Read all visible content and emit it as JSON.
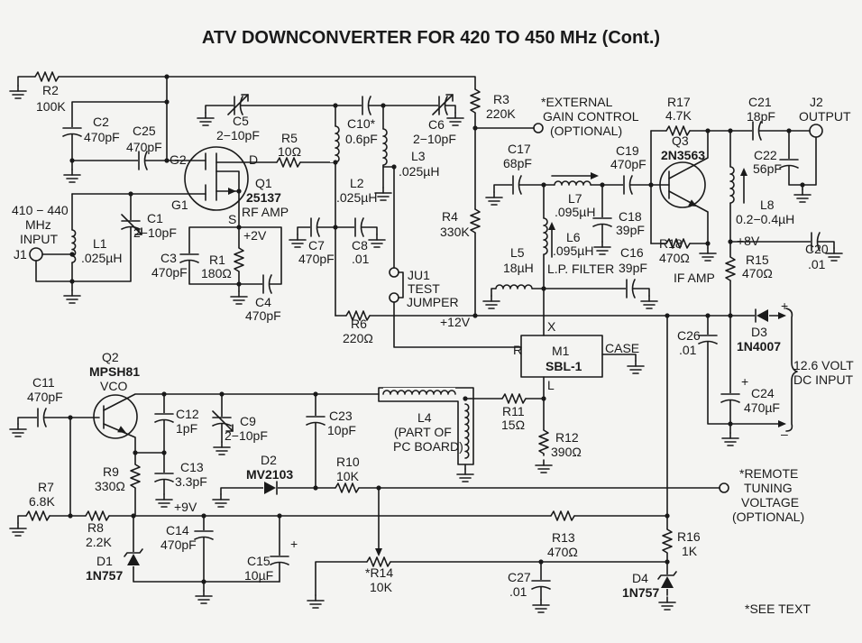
{
  "title": "ATV DOWNCONVERTER FOR 420 TO 450 MHz (Cont.)",
  "components": {
    "R1": {
      "ref": "R1",
      "value": "180Ω"
    },
    "R2": {
      "ref": "R2",
      "value": "100K"
    },
    "R3": {
      "ref": "R3",
      "value": "220K"
    },
    "R4": {
      "ref": "R4",
      "value": "330K"
    },
    "R5": {
      "ref": "R5",
      "value": "10Ω"
    },
    "R6": {
      "ref": "R6",
      "value": "220Ω"
    },
    "R7": {
      "ref": "R7",
      "value": "6.8K"
    },
    "R8": {
      "ref": "R8",
      "value": "2.2K"
    },
    "R9": {
      "ref": "R9",
      "value": "330Ω"
    },
    "R10": {
      "ref": "R10",
      "value": "10K"
    },
    "R11": {
      "ref": "R11",
      "value": "15Ω"
    },
    "R12": {
      "ref": "R12",
      "value": "390Ω"
    },
    "R13": {
      "ref": "R13",
      "value": "470Ω"
    },
    "R14": {
      "ref": "*R14",
      "value": "10K"
    },
    "R15": {
      "ref": "R15",
      "value": "470Ω"
    },
    "R16": {
      "ref": "R16",
      "value": "1K"
    },
    "R17": {
      "ref": "R17",
      "value": "4.7K"
    },
    "R18": {
      "ref": "R18",
      "value": "470Ω"
    },
    "C1": {
      "ref": "C1",
      "value": "2−10pF"
    },
    "C2": {
      "ref": "C2",
      "value": "470pF"
    },
    "C3": {
      "ref": "C3",
      "value": "470pF"
    },
    "C4": {
      "ref": "C4",
      "value": "470pF"
    },
    "C5": {
      "ref": "C5",
      "value": "2−10pF"
    },
    "C6": {
      "ref": "C6",
      "value": "2−10pF"
    },
    "C7": {
      "ref": "C7",
      "value": "470pF"
    },
    "C8": {
      "ref": "C8",
      "value": ".01"
    },
    "C9": {
      "ref": "C9",
      "value": "2−10pF"
    },
    "C10": {
      "ref": "C10*",
      "value": "0.6pF"
    },
    "C11": {
      "ref": "C11",
      "value": "470pF"
    },
    "C12": {
      "ref": "C12",
      "value": "1pF"
    },
    "C13": {
      "ref": "C13",
      "value": "3.3pF"
    },
    "C14": {
      "ref": "C14",
      "value": "470pF"
    },
    "C15": {
      "ref": "C15",
      "value": "10µF"
    },
    "C16": {
      "ref": "C16",
      "value": "39pF"
    },
    "C17": {
      "ref": "C17",
      "value": "68pF"
    },
    "C18": {
      "ref": "C18",
      "value": "39pF"
    },
    "C19": {
      "ref": "C19",
      "value": "470pF"
    },
    "C20": {
      "ref": "C20",
      "value": ".01"
    },
    "C21": {
      "ref": "C21",
      "value": "18pF"
    },
    "C22": {
      "ref": "C22",
      "value": "56pF"
    },
    "C23": {
      "ref": "C23",
      "value": "10pF"
    },
    "C24": {
      "ref": "C24",
      "value": "470µF"
    },
    "C25": {
      "ref": "C25",
      "value": "470pF"
    },
    "C26": {
      "ref": "C26",
      "value": ".01"
    },
    "C27": {
      "ref": "C27",
      "value": ".01"
    },
    "L1": {
      "ref": "L1",
      "value": ".025µH"
    },
    "L2": {
      "ref": "L2",
      "value": ".025µH"
    },
    "L3": {
      "ref": "L3",
      "value": ".025µH"
    },
    "L4": {
      "ref": "L4",
      "note1": "(PART OF",
      "note2": "PC BOARD)"
    },
    "L5": {
      "ref": "L5",
      "value": "18µH"
    },
    "L6": {
      "ref": "L6",
      "value": ".095µH",
      "note": "L.P. FILTER"
    },
    "L7": {
      "ref": "L7",
      "value": ".095µH"
    },
    "L8": {
      "ref": "L8",
      "value": "0.2−0.4µH"
    },
    "Q1": {
      "ref": "Q1",
      "part": "25137",
      "role": "RF AMP"
    },
    "Q2": {
      "ref": "Q2",
      "part": "MPSH81",
      "role": "VCO"
    },
    "Q3": {
      "ref": "Q3",
      "part": "2N3563",
      "role": "IF AMP"
    },
    "D1": {
      "ref": "D1",
      "part": "1N757"
    },
    "D2": {
      "ref": "D2",
      "part": "MV2103"
    },
    "D3": {
      "ref": "D3",
      "part": "1N4007"
    },
    "D4": {
      "ref": "D4",
      "part": "1N757"
    },
    "M1": {
      "ref": "M1",
      "part": "SBL-1",
      "pin_x": "X",
      "pin_r": "R",
      "pin_l": "L",
      "case": "CASE"
    },
    "J1": {
      "ref": "J1",
      "l1": "410 − 440",
      "l2": "MHz",
      "l3": "INPUT"
    },
    "J2": {
      "ref": "J2",
      "label": "OUTPUT"
    },
    "JU1": {
      "ref": "JU1",
      "l1": "TEST",
      "l2": "JUMPER"
    }
  },
  "pins": {
    "g2": "G2",
    "g1": "G1",
    "d": "D",
    "s": "S"
  },
  "voltages": {
    "v2": "+2V",
    "v12": "+12V",
    "v8": "+8V",
    "v9": "+9V"
  },
  "notes": {
    "gain": [
      "*EXTERNAL",
      "GAIN CONTROL",
      "(OPTIONAL)"
    ],
    "remote": [
      "*REMOTE",
      "TUNING",
      "VOLTAGE",
      "(OPTIONAL)"
    ],
    "dc_input": [
      "12.6 VOLT",
      "DC INPUT"
    ],
    "see_text": "*SEE TEXT"
  }
}
